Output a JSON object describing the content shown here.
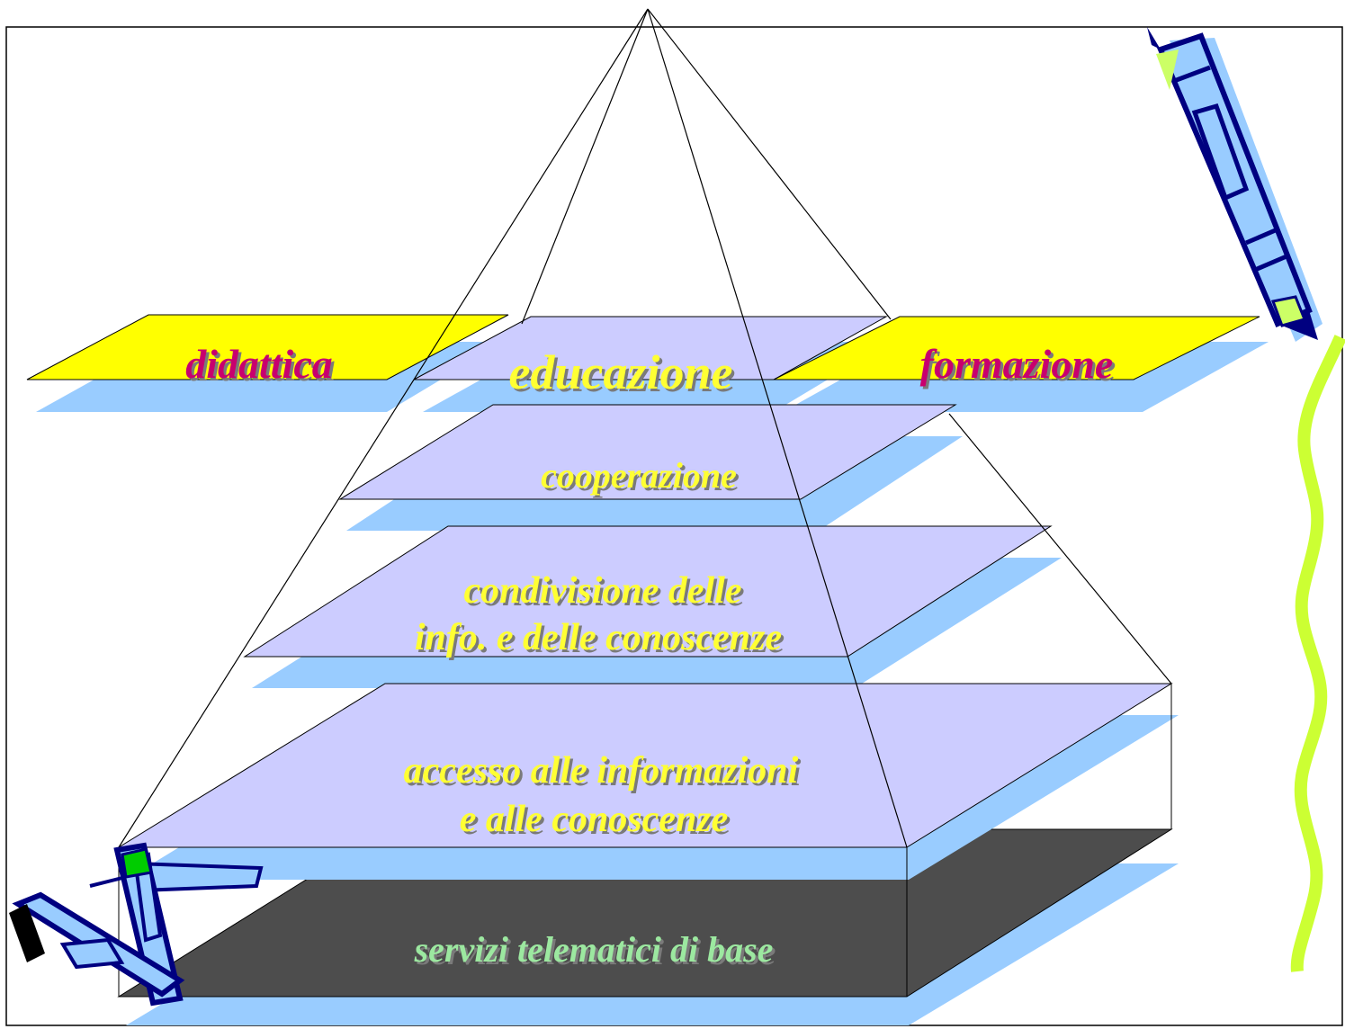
{
  "layers": {
    "top": [
      {
        "label": "didattica"
      },
      {
        "label": "educazione"
      },
      {
        "label": "formazione"
      }
    ],
    "cooperazione": {
      "label": "cooperazione"
    },
    "condivisione": {
      "lines": [
        "condivisione delle",
        "info. e delle conoscenze"
      ]
    },
    "accesso": {
      "lines": [
        "accesso alle informazioni",
        "e alle conoscenze"
      ]
    },
    "servizi": {
      "label": "servizi telematici di base"
    }
  },
  "colors": {
    "lavender": "#ccccff",
    "shadow_blue": "#99ccff",
    "dark_base": "#4d4d4d",
    "yellow_plane": "#ffff00",
    "text_yellow": "#ffff33",
    "text_magenta": "#c8006e",
    "text_green": "#9ce8a0"
  },
  "decorations": [
    "pencil-icon",
    "pencils-icon",
    "squiggle-line"
  ]
}
